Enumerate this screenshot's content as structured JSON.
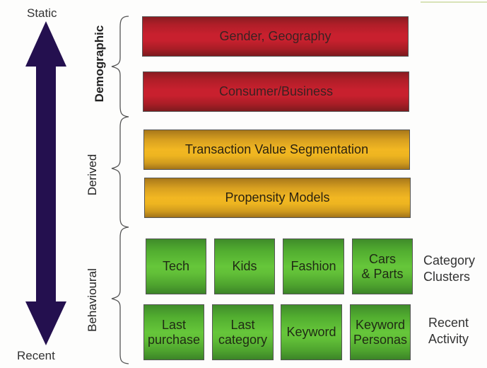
{
  "axis": {
    "top_label": "Static",
    "bottom_label": "Recent",
    "arrow_color": "#24104f"
  },
  "groups": {
    "demographic": {
      "label": "Demographic",
      "items": [
        "Gender, Geography",
        "Consumer/Business"
      ],
      "color": "#c8202e"
    },
    "derived": {
      "label": "Derived",
      "items": [
        "Transaction Value Segmentation",
        "Propensity Models"
      ],
      "color": "#f2b722"
    },
    "behavioural": {
      "label": "Behavioural",
      "color": "#66c63a",
      "rows": [
        {
          "label": [
            "Category",
            "Clusters"
          ],
          "tiles": [
            [
              "Tech"
            ],
            [
              "Kids"
            ],
            [
              "Fashion"
            ],
            [
              "Cars",
              "& Parts"
            ]
          ]
        },
        {
          "label": [
            "Recent",
            "Activity"
          ],
          "tiles": [
            [
              "Last",
              "purchase"
            ],
            [
              "Last",
              "category"
            ],
            [
              "Keyword"
            ],
            [
              "Keyword",
              "Personas"
            ]
          ]
        }
      ]
    }
  }
}
